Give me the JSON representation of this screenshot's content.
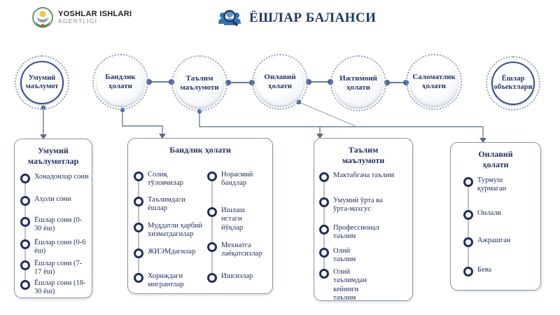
{
  "header": {
    "logo_line1": "YOSHLAR ISHLARI",
    "logo_line2": "AGENTLIGI",
    "title": "ЁШЛАР БАЛАНСИ"
  },
  "icons": {
    "logo": "uzbekistan-emblem-icon",
    "title": "people-magnifier-icon"
  },
  "nodes": [
    {
      "label": "Умумий маълумот",
      "selected": true
    },
    {
      "label": "Бандлик ҳолати",
      "selected": false
    },
    {
      "label": "Таълим маълумоти",
      "selected": false
    },
    {
      "label": "Оилавий ҳолати",
      "selected": false
    },
    {
      "label": "Ижтимоий ҳолати",
      "selected": false
    },
    {
      "label": "Саломатлик ҳолати",
      "selected": false
    },
    {
      "label": "Ёшлар объектлари",
      "selected": true
    }
  ],
  "panels": [
    {
      "title": "Умумий маълумотлар",
      "items": [
        "Хонадонлар сони",
        "Аҳоли сони",
        "Ёшлар сони (0-30 ёш)",
        "Ёшлар сони (0-6 ёш)",
        "Ёшлар сони (7-17 ёш)",
        "Ёшлар сони (18-30 ёш)"
      ]
    },
    {
      "title": "Бандлик ҳолати",
      "columns": [
        [
          "Солиқ тўловчилар",
          "Таълимдаги ёшлар",
          "Муддатли ҳарбий хизматдагилар",
          "ЖИЭМдагилар",
          "Хориждаги мигрантлар"
        ],
        [
          "Норасмий бандлар",
          "Ишлаш истаги йўқлар",
          "Мехнатга лаёқатсизлар",
          "Ишсизлар"
        ]
      ]
    },
    {
      "title": "Таълим маълумоти",
      "items": [
        "Мактабгача таълим",
        "Умумий ўрта ва ўрта-махсус",
        "Профессионал таълим",
        "Олий таълим",
        "Олий таълимдан кейинги таълим"
      ]
    },
    {
      "title": "Оилавий ҳолати",
      "items": [
        "Турмуш қурмаган",
        "Оилали",
        "Ажрашган",
        "Бева"
      ]
    }
  ],
  "colors": {
    "accent_blue": "#2e74b5",
    "title_navy": "#1f3864",
    "text_navy": "#1f2a5e",
    "panel_border": "#8a94a8",
    "wire_gray": "#6f8096",
    "emblem_green": "#3a7d44"
  }
}
